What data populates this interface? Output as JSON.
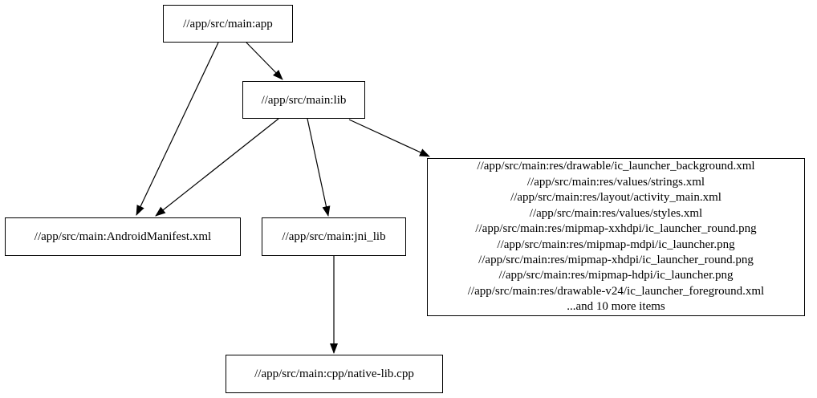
{
  "diagram": {
    "kind": "build-dependency-graph",
    "colors": {
      "background": "#ffffff",
      "node_fill": "#ffffff",
      "node_border": "#000000",
      "edge": "#000000",
      "text": "#000000"
    },
    "nodes": {
      "app": {
        "label": "//app/src/main:app"
      },
      "lib": {
        "label": "//app/src/main:lib"
      },
      "manifest": {
        "label": "//app/src/main:AndroidManifest.xml"
      },
      "jni_lib": {
        "label": "//app/src/main:jni_lib"
      },
      "native_lib": {
        "label": "//app/src/main:cpp/native-lib.cpp"
      },
      "resources": {
        "lines": [
          "//app/src/main:res/drawable/ic_launcher_background.xml",
          "//app/src/main:res/values/strings.xml",
          "//app/src/main:res/layout/activity_main.xml",
          "//app/src/main:res/values/styles.xml",
          "//app/src/main:res/mipmap-xxhdpi/ic_launcher_round.png",
          "//app/src/main:res/mipmap-mdpi/ic_launcher.png",
          "//app/src/main:res/mipmap-xhdpi/ic_launcher_round.png",
          "//app/src/main:res/mipmap-hdpi/ic_launcher.png",
          "//app/src/main:res/drawable-v24/ic_launcher_foreground.xml",
          "...and 10 more items"
        ]
      }
    },
    "edges": [
      {
        "from": "app",
        "to": "manifest"
      },
      {
        "from": "app",
        "to": "lib"
      },
      {
        "from": "lib",
        "to": "manifest"
      },
      {
        "from": "lib",
        "to": "jni_lib"
      },
      {
        "from": "lib",
        "to": "resources"
      },
      {
        "from": "jni_lib",
        "to": "native_lib"
      }
    ]
  }
}
